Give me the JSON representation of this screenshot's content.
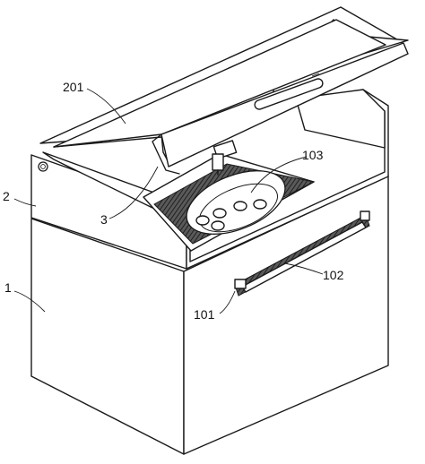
{
  "figure": {
    "labels": {
      "lid_label": "201",
      "upper_housing_label": "2",
      "hinge_label": "3",
      "tray_label": "103",
      "rail_label": "102",
      "drawer_slot_label": "101",
      "base_label": "1"
    }
  }
}
